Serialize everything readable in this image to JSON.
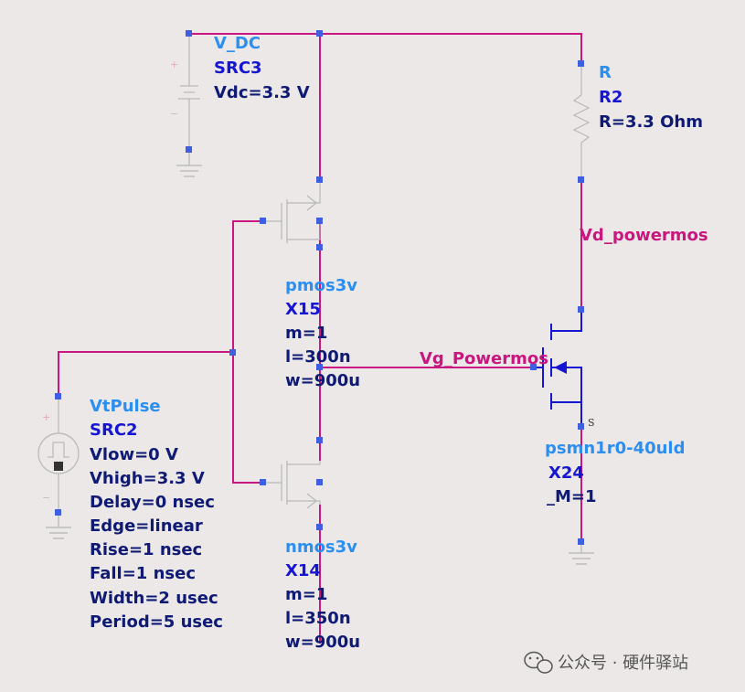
{
  "components": {
    "vdc": {
      "type": "V_DC",
      "id": "SRC3",
      "params": [
        "Vdc=3.3 V"
      ]
    },
    "vpulse": {
      "type": "VtPulse",
      "id": "SRC2",
      "params": [
        "Vlow=0 V",
        "Vhigh=3.3 V",
        "Delay=0 nsec",
        "Edge=linear",
        "Rise=1 nsec",
        "Fall=1 nsec",
        "Width=2 usec",
        "Period=5 usec"
      ]
    },
    "pmos": {
      "type": "pmos3v",
      "id": "X15",
      "params": [
        "m=1",
        "l=300n",
        "w=900u"
      ]
    },
    "nmos": {
      "type": "nmos3v",
      "id": "X14",
      "params": [
        "m=1",
        "l=350n",
        "w=900u"
      ]
    },
    "resistor": {
      "type": "R",
      "id": "R2",
      "params": [
        "R=3.3 Ohm"
      ]
    },
    "powermos": {
      "type": "psmn1r0-40uld",
      "id": "X24",
      "params": [
        "_M=1"
      ],
      "source_pin": "S"
    }
  },
  "nets": {
    "drain": "Vd_powermos",
    "gate": "Vg_Powermos"
  },
  "watermark": "公众号 · 硬件驿站",
  "colors": {
    "wire": "#c8177e",
    "symbol": "#1515d2",
    "type_label": "#2c8ff0",
    "param": "#0e1a73",
    "background": "#ece8e8"
  }
}
